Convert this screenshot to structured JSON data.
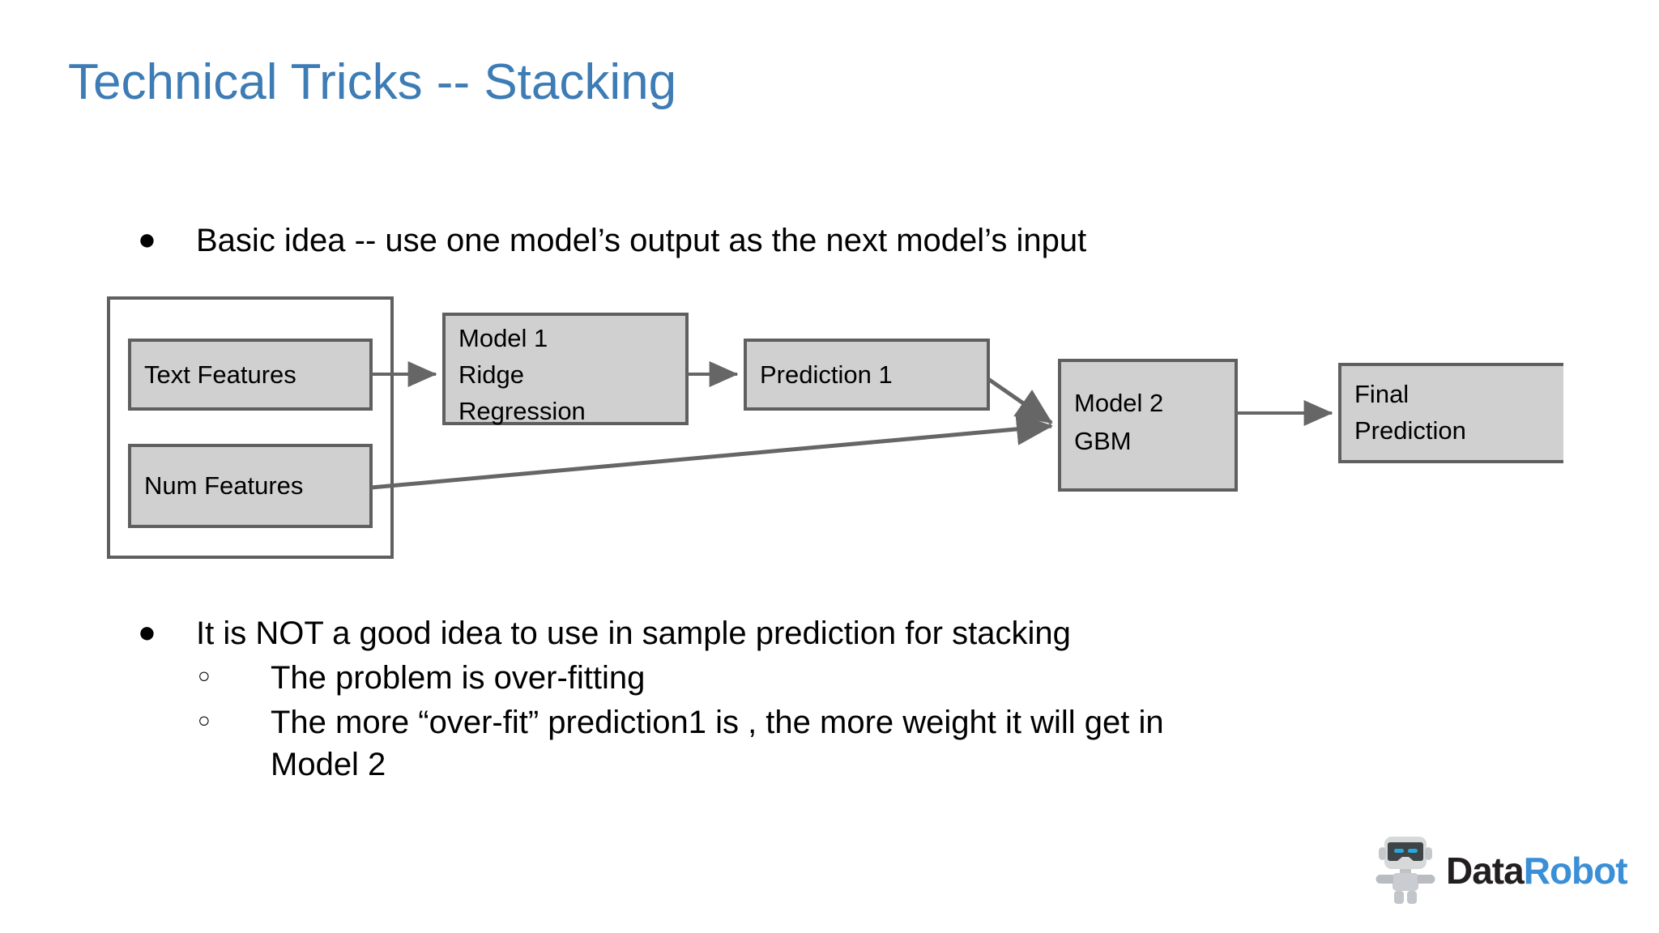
{
  "slide": {
    "title": "Technical Tricks -- Stacking",
    "title_color": "#3d7cb5",
    "background_color": "#ffffff"
  },
  "bullets_top": [
    {
      "level": 1,
      "marker": "●",
      "text": "Basic idea -- use one model’s output as the next model’s input"
    }
  ],
  "bullets_bottom": [
    {
      "level": 1,
      "marker": "●",
      "text": "It is NOT a good idea to use in sample prediction for stacking"
    },
    {
      "level": 2,
      "marker": "○",
      "text": "The problem is over-fitting"
    },
    {
      "level": 2,
      "marker": "○",
      "text": "The more “over-fit” prediction1 is , the more weight it will get in Model 2"
    }
  ],
  "diagram": {
    "title": "Stacking pipeline",
    "box_fill": "#d0d0d0",
    "box_stroke": "#5f5f5f",
    "container_stroke": "#5f5f5f",
    "arrow_color": "#666666",
    "nodes": [
      {
        "id": "text-features",
        "label": "Text Features",
        "lines": [
          "Text Features"
        ]
      },
      {
        "id": "num-features",
        "label": "Num Features",
        "lines": [
          "Num Features"
        ]
      },
      {
        "id": "model-1",
        "label": "Model 1 Ridge Regression",
        "lines": [
          "Model 1",
          "Ridge",
          "Regression"
        ]
      },
      {
        "id": "prediction-1",
        "label": "Prediction 1",
        "lines": [
          "Prediction 1"
        ]
      },
      {
        "id": "model-2",
        "label": "Model 2 GBM",
        "lines": [
          "Model 2",
          "GBM"
        ]
      },
      {
        "id": "final-prediction",
        "label": "Final Prediction",
        "lines": [
          "Final",
          "Prediction"
        ]
      }
    ],
    "edges": [
      {
        "from": "text-features",
        "to": "model-1"
      },
      {
        "from": "model-1",
        "to": "prediction-1"
      },
      {
        "from": "prediction-1",
        "to": "model-2"
      },
      {
        "from": "num-features",
        "to": "model-2"
      },
      {
        "from": "model-2",
        "to": "final-prediction"
      }
    ]
  },
  "logo": {
    "name_part1": "Data",
    "name_part2": "Robot",
    "color_part1": "#231f20",
    "color_part2": "#3a8fd6",
    "mark": "robot-mascot-icon"
  }
}
